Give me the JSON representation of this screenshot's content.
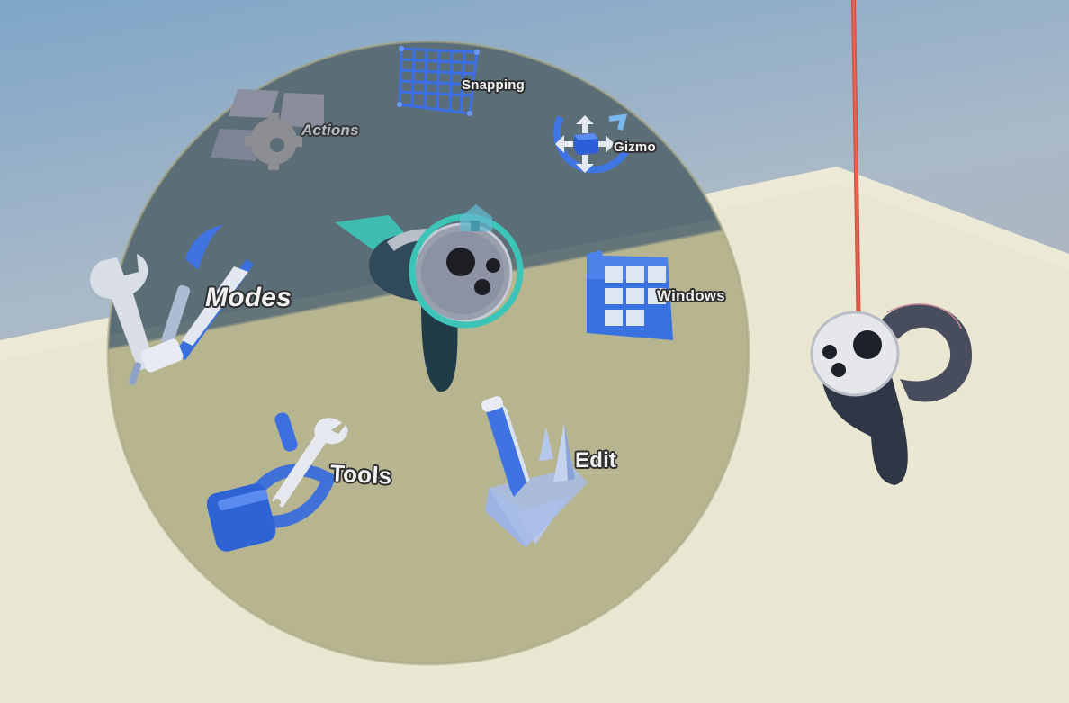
{
  "scene": {
    "title": "VR Editor Radial Menu",
    "colors": {
      "sky_top": "#7fa6c8",
      "sky_bottom": "#aab1b9",
      "floor": "#e9e6d2",
      "disc_upper": "#5b6d77",
      "disc_lower": "#b7b58f",
      "accent_blue": "#3b6fe0",
      "selection_teal": "#3cc4b8",
      "laser": "#e2574a"
    }
  },
  "radial_menu": {
    "items": [
      {
        "id": "snapping",
        "label": "Snapping",
        "icon": "grid-icon"
      },
      {
        "id": "gizmo",
        "label": "Gizmo",
        "icon": "transform-gizmo-icon"
      },
      {
        "id": "windows",
        "label": "Windows",
        "icon": "windows-grid-icon"
      },
      {
        "id": "edit",
        "label": "Edit",
        "icon": "pencil-shapes-icon"
      },
      {
        "id": "tools",
        "label": "Tools",
        "icon": "vr-headset-wrench-icon"
      },
      {
        "id": "modes",
        "label": "Modes",
        "icon": "wrench-brush-pencil-icon"
      },
      {
        "id": "actions",
        "label": "Actions",
        "icon": "puzzle-gear-icon"
      }
    ],
    "center": {
      "icon": "motion-controller-icon",
      "home_icon": "home-icon"
    }
  },
  "right_controller": {
    "icon": "motion-controller-icon",
    "laser": "laser-pointer"
  }
}
